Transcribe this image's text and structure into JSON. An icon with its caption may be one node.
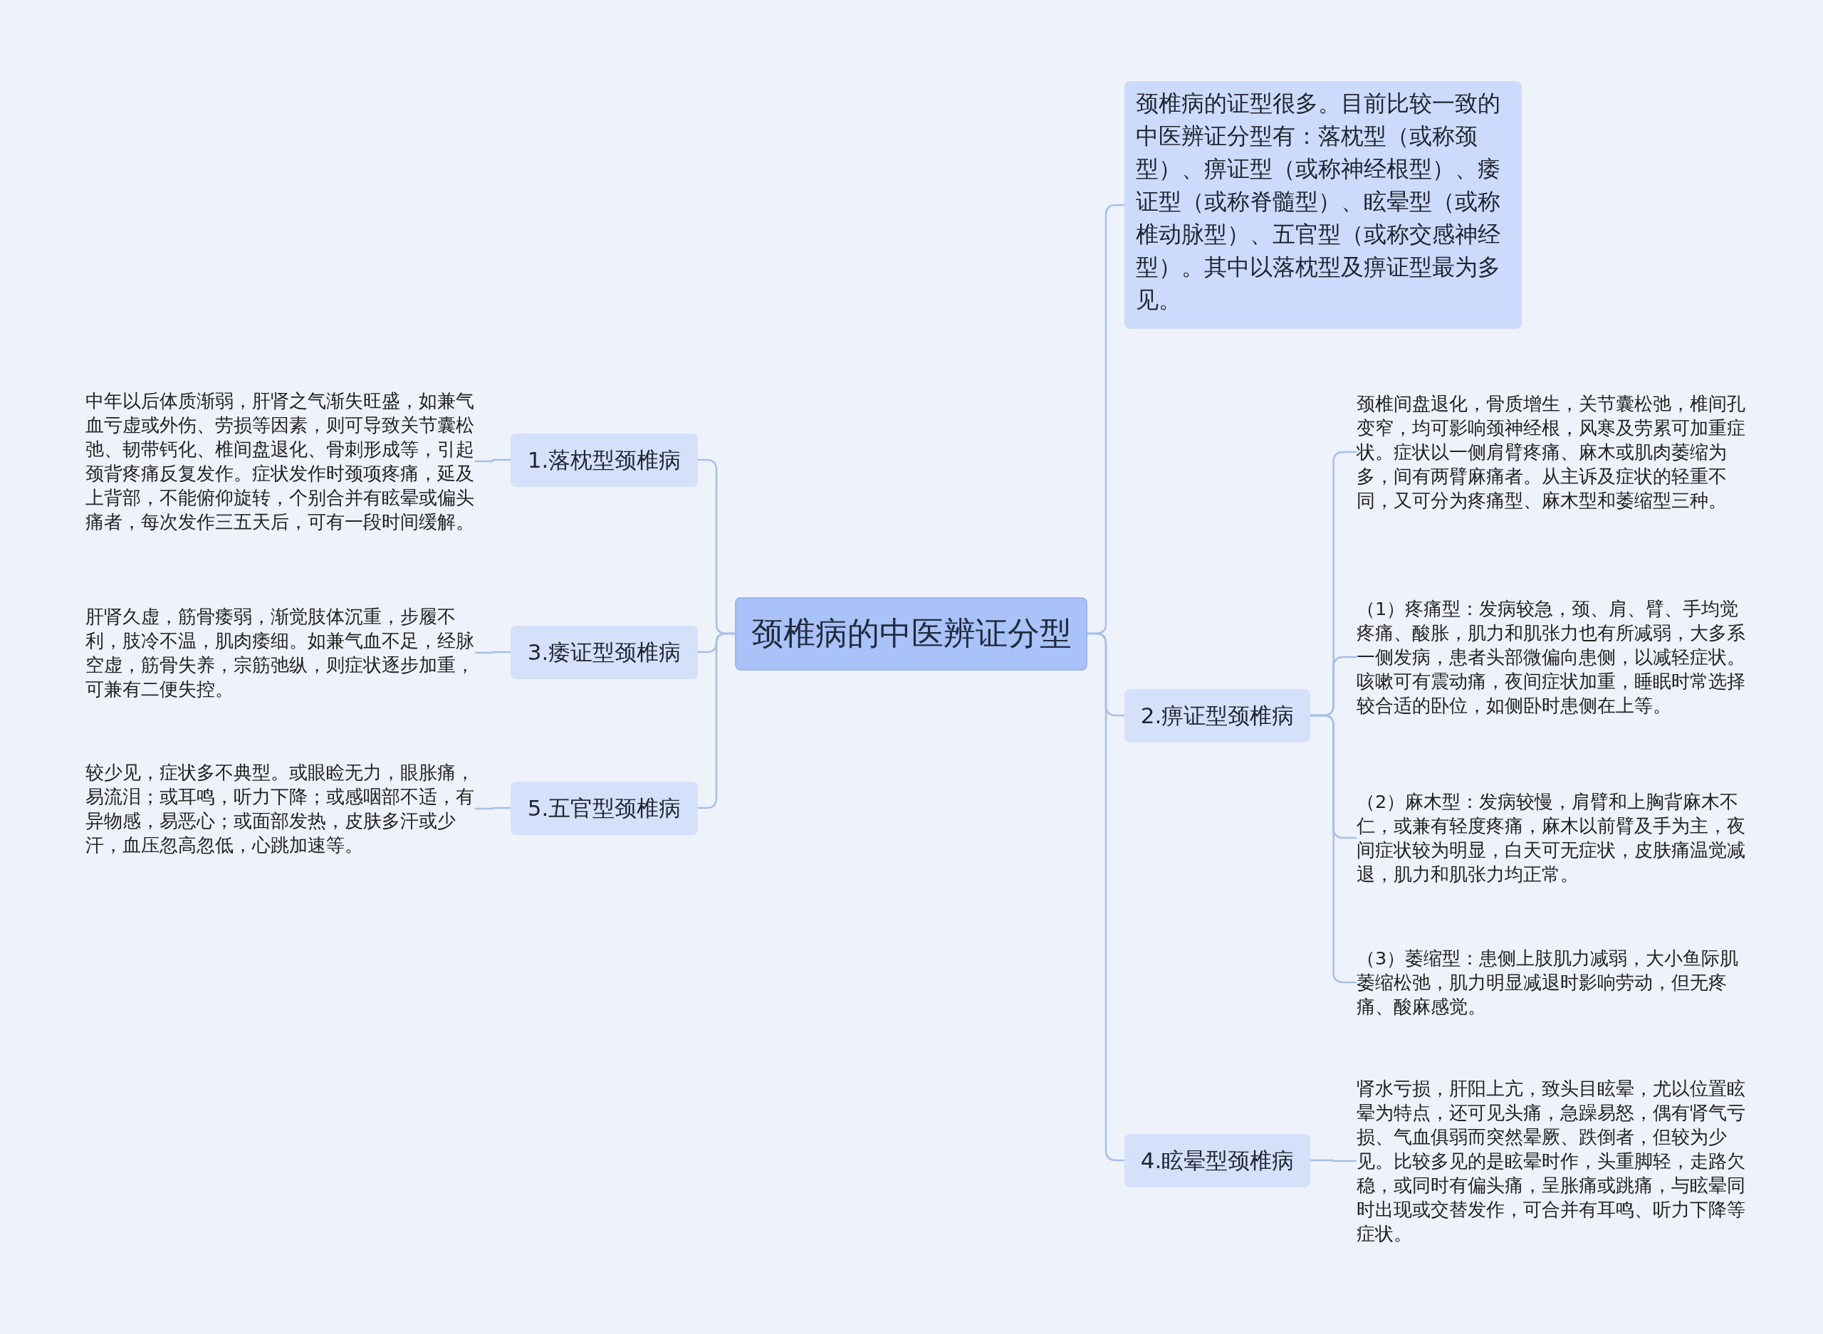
{
  "diagram": {
    "nodes": [
      {
        "text": [
          "颈椎病的中医辨证分型"
        ]
      },
      {
        "text": [
          "颈椎病的证型很多。目前比较一致的中医辨证分型有：落枕型（或称颈型）、痹证型（或称神经根型）、痿证型（或称脊髓型）、眩晕型（或称椎动脉型）、五官型（或称交感神经型）。其中以落枕型及痹证型最为多见。"
        ]
      },
      {
        "text": [
          "1.落枕型颈椎病"
        ]
      },
      {
        "text": [
          "中年以后体质渐弱，肝肾之气渐失旺盛，如兼气血亏虚或外伤、劳损等因素，则可导致关节囊松弛、韧带钙化、椎间盘退化、骨刺形成等，引起颈背疼痛反复发作。症状发作时颈项疼痛，延及上背部，不能俯仰旋转，个别合并有眩晕或偏头痛者，每次发作三五天后，可有一段时间缓解。"
        ]
      },
      {
        "text": [
          "3.痿证型颈椎病"
        ]
      },
      {
        "text": [
          "肝肾久虚，筋骨痿弱，渐觉肢体沉重，步履不利，肢冷不温，肌肉痿细。如兼气血不足，经脉空虚，筋骨失养，宗筋弛纵，则症状逐步加重，可兼有二便失控。"
        ]
      },
      {
        "text": [
          "5.五官型颈椎病"
        ]
      },
      {
        "text": [
          "较少见，症状多不典型。或眼睑无力，眼胀痛，易流泪；或耳鸣，听力下降；或感咽部不适，有异物感，易恶心；或面部发热，皮肤多汗或少汗，血压忽高忽低，心跳加速等。"
        ]
      },
      {
        "text": [
          "2.痹证型颈椎病"
        ]
      },
      {
        "text": [
          "颈椎间盘退化，骨质增生，关节囊松弛，椎间孔变窄，均可影响颈神经根，风寒及劳累可加重症状。症状以一侧肩臂疼痛、麻木或肌肉萎缩为多，间有两臂麻痛者。从主诉及症状的轻重不同，又可分为疼痛型、麻木型和萎缩型三种。"
        ]
      },
      {
        "text": [
          "（1）疼痛型：发病较急，颈、肩、臂、手均觉疼痛、酸胀，肌力和肌张力也有所减弱，大多系一侧发病，患者头部微偏向患侧，以减轻症状。咳嗽可有震动痛，夜间症状加重，睡眠时常选择较合适的卧位，如侧卧时患侧在上等。"
        ]
      },
      {
        "text": [
          "（2）麻木型：发病较慢，肩臂和上胸背麻木不仁，或兼有轻度疼痛，麻木以前臂及手为主，夜间症状较为明显，白天可无症状，皮肤痛温觉减退，肌力和肌张力均正常。"
        ]
      },
      {
        "text": [
          "（3）萎缩型：患侧上肢肌力减弱，大小鱼际肌萎缩松弛，肌力明显减退时影响劳动，但无疼痛、酸麻感觉。"
        ]
      },
      {
        "text": [
          "4.眩晕型颈椎病"
        ]
      },
      {
        "text": [
          "肾水亏损，肝阳上亢，致头目眩晕，尤以位置眩晕为特点，还可见头痛，急躁易怒，偶有肾气亏损、气血俱弱而突然晕厥、跌倒者，但较为少见。比较多见的是眩晕时作，头重脚轻，走路欠稳，或同时有偏头痛，呈胀痛或跳痛，与眩晕同时出现或交替发作，可合并有耳鸣、听力下降等症状。"
        ]
      }
    ],
    "edges": [
      {
        "from": 0,
        "to": 1,
        "arrow": "none"
      },
      {
        "from": 0,
        "to": 2,
        "arrow": "none"
      },
      {
        "from": 2,
        "to": 3,
        "arrow": "none"
      },
      {
        "from": 0,
        "to": 4,
        "arrow": "none"
      },
      {
        "from": 4,
        "to": 5,
        "arrow": "none"
      },
      {
        "from": 0,
        "to": 6,
        "arrow": "none"
      },
      {
        "from": 6,
        "to": 7,
        "arrow": "none"
      },
      {
        "from": 0,
        "to": 8,
        "arrow": "none"
      },
      {
        "from": 8,
        "to": 9,
        "arrow": "none"
      },
      {
        "from": 8,
        "to": 10,
        "arrow": "none"
      },
      {
        "from": 8,
        "to": 11,
        "arrow": "none"
      },
      {
        "from": 8,
        "to": 12,
        "arrow": "none"
      },
      {
        "from": 0,
        "to": 13,
        "arrow": "none"
      },
      {
        "from": 13,
        "to": 14,
        "arrow": "none"
      }
    ]
  }
}
